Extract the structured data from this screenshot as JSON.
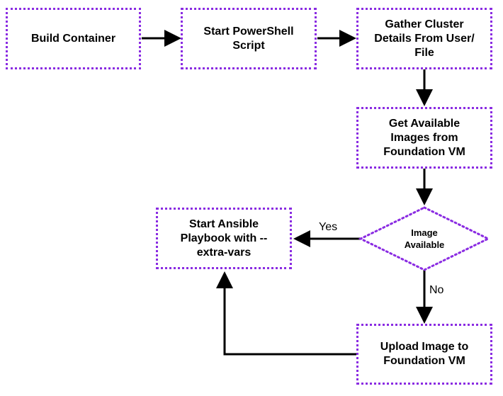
{
  "nodes": {
    "build_container": "Build Container",
    "start_powershell": "Start PowerShell Script",
    "gather_cluster": "Gather Cluster Details From User/ File",
    "get_images": "Get Available Images from Foundation VM",
    "image_available": "Image Available",
    "start_ansible": "Start Ansible Playbook with -- extra-vars",
    "upload_image": "Upload Image to Foundation VM"
  },
  "edge_labels": {
    "yes": "Yes",
    "no": "No"
  },
  "colors": {
    "border": "#8a2be2",
    "arrow": "#000000"
  }
}
